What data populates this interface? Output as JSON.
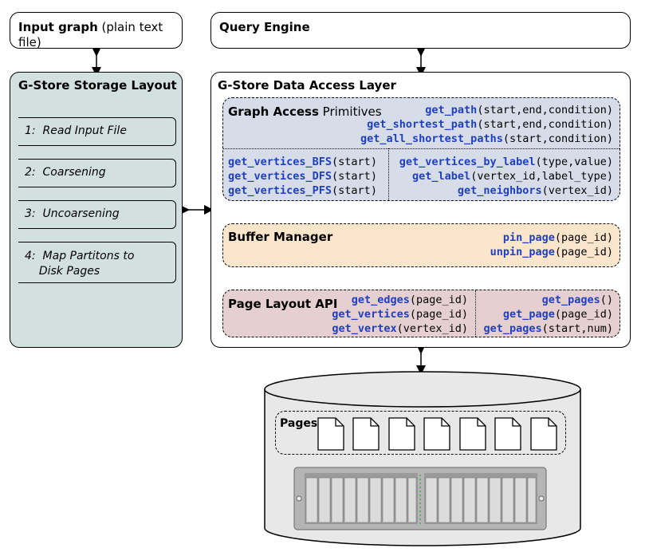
{
  "input_graph": {
    "title_bold": "Input graph",
    "title_rest": " (plain text file)"
  },
  "query_engine": {
    "title": "Query Engine"
  },
  "storage_layout": {
    "title": "G-Store Storage Layout",
    "steps": [
      {
        "num": "1:",
        "label": "Read Input File"
      },
      {
        "num": "2:",
        "label": "Coarsening"
      },
      {
        "num": "3:",
        "label": "Uncoarsening"
      },
      {
        "num": "4:",
        "label": "Map Partitons to",
        "label2": "Disk Pages"
      }
    ]
  },
  "data_access": {
    "title": "G-Store Data Access Layer"
  },
  "graph_access": {
    "title_bold": "Graph Access",
    "title_rest": " Primitives",
    "top_calls": [
      {
        "fn": "get_path",
        "args": "(start,end,condition)"
      },
      {
        "fn": "get_shortest_path",
        "args": "(start,end,condition)"
      },
      {
        "fn": "get_all_shortest_paths",
        "args": "(start,condition)"
      }
    ],
    "left_calls": [
      {
        "fn": "get_vertices_BFS",
        "args": "(start)"
      },
      {
        "fn": "get_vertices_DFS",
        "args": "(start)"
      },
      {
        "fn": "get_vertices_PFS",
        "args": "(start)"
      }
    ],
    "right_calls": [
      {
        "fn": "get_vertices_by_label",
        "args": "(type,value)"
      },
      {
        "fn": "get_label",
        "args": "(vertex_id,label_type)"
      },
      {
        "fn": "get_neighbors",
        "args": "(vertex_id)"
      }
    ]
  },
  "buffer_manager": {
    "title": "Buffer Manager",
    "calls": [
      {
        "fn": "pin_page",
        "args": "(page_id)"
      },
      {
        "fn": "unpin_page",
        "args": "(page_id)"
      }
    ]
  },
  "page_layout": {
    "title": "Page Layout API",
    "left_calls": [
      {
        "fn": "get_edges",
        "args": "(page_id)"
      },
      {
        "fn": "get_vertices",
        "args": "(page_id)"
      },
      {
        "fn": "get_vertex",
        "args": "(vertex_id)"
      }
    ],
    "right_calls": [
      {
        "fn": "get_pages",
        "args": "()"
      },
      {
        "fn": "get_page",
        "args": "(page_id)"
      },
      {
        "fn": "get_pages",
        "args": "(start,num)"
      }
    ]
  },
  "disk": {
    "pages_label": "Pages",
    "page_count": 7
  },
  "colors": {
    "storage_bg": "#d3e0e0",
    "graph_access_bg": "#d6dde9",
    "buffer_bg": "#fbe6cc",
    "page_layout_bg": "#e6cfd1",
    "fn_blue": "#1f3fbf",
    "disk_bg": "#e8e8e8"
  }
}
